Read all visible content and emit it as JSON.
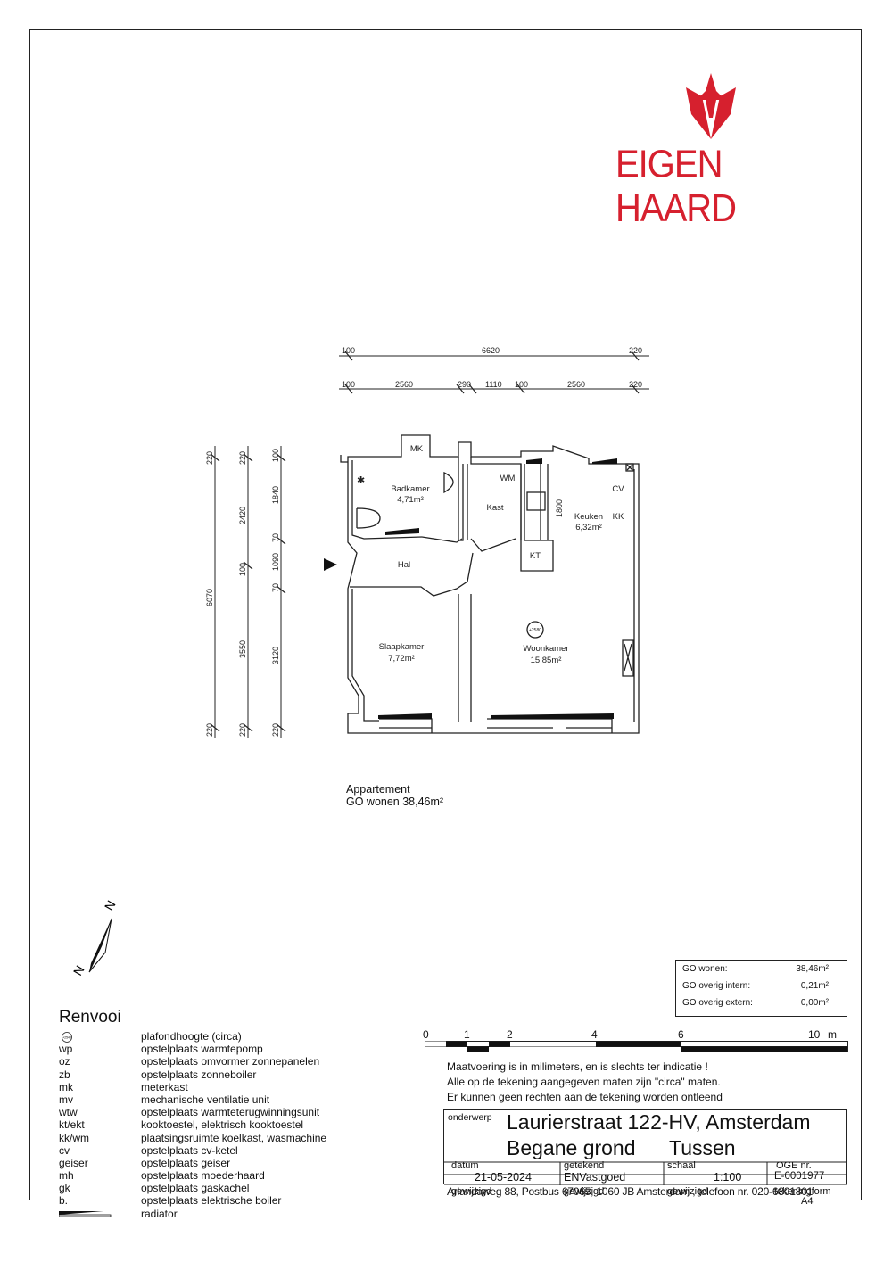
{
  "brand": {
    "name": "EIGEN HAARD",
    "color": "#d6202e"
  },
  "dimensions": {
    "top_row1": [
      "100",
      "6620",
      "220"
    ],
    "top_row2": [
      "100",
      "2560",
      "290",
      "1110",
      "100",
      "2560",
      "220"
    ],
    "left_col1": [
      "220",
      "6070",
      "220"
    ],
    "left_col2": [
      "220",
      "2420",
      "100",
      "3550",
      "220"
    ],
    "left_col3": [
      "100",
      "1840",
      "70",
      "1090",
      "70",
      "3120",
      "220"
    ],
    "kitchen_dim": "1800"
  },
  "rooms": {
    "mk": "MK",
    "badkamer_name": "Badkamer",
    "badkamer_area": "4,71m²",
    "wm": "WM",
    "kast": "Kast",
    "hal": "Hal",
    "keuken_name": "Keuken",
    "keuken_area": "6,32m²",
    "cv": "CV",
    "kk": "KK",
    "kt": "KT",
    "slaapkamer_name": "Slaapkamer",
    "slaapkamer_area": "7,72m²",
    "woonkamer_name": "Woonkamer",
    "woonkamer_area": "15,85m²",
    "ceiling_height": "+2580"
  },
  "caption": {
    "line1": "Appartement",
    "line2": "GO wonen 38,46m²"
  },
  "compass": {
    "n1": "N",
    "n2": "N"
  },
  "legend": {
    "title": "Renvooi",
    "icon_text": "+2540",
    "items": [
      {
        "code": "",
        "label": "plafondhoogte (circa)"
      },
      {
        "code": "wp",
        "label": "opstelplaats warmtepomp"
      },
      {
        "code": "oz",
        "label": "opstelplaats omvormer zonnepanelen"
      },
      {
        "code": "zb",
        "label": "opstelplaats zonneboiler"
      },
      {
        "code": "mk",
        "label": "meterkast"
      },
      {
        "code": "mv",
        "label": "mechanische ventilatie unit"
      },
      {
        "code": "wtw",
        "label": "opstelplaats warmteterugwinningsunit"
      },
      {
        "code": "kt/ekt",
        "label": "kooktoestel, elektrisch kooktoestel"
      },
      {
        "code": "kk/wm",
        "label": "plaatsingsruimte koelkast, wasmachine"
      },
      {
        "code": "cv",
        "label": "opstelplaats cv-ketel"
      },
      {
        "code": "geiser",
        "label": "opstelplaats geiser"
      },
      {
        "code": "mh",
        "label": "opstelplaats moederhaard"
      },
      {
        "code": "gk",
        "label": "opstelplaats gaskachel"
      },
      {
        "code": "b.",
        "label": "opstelplaats elektrische boiler"
      },
      {
        "code": "",
        "label": "radiator"
      }
    ]
  },
  "areas": [
    {
      "label": "GO wonen:",
      "value": "38,46m²"
    },
    {
      "label": "GO overig intern:",
      "value": "0,21m²"
    },
    {
      "label": "GO overig extern:",
      "value": "0,00m²"
    }
  ],
  "scale_bar": {
    "labels": [
      "0",
      "1",
      "2",
      "4",
      "6",
      "10",
      "m"
    ]
  },
  "notes": [
    "Maatvoering is in milimeters, en is slechts ter indicatie !",
    "Alle op de tekening aangegeven maten zijn \"circa\" maten.",
    "Er kunnen geen rechten aan de tekening worden ontleend"
  ],
  "title_block": {
    "onderwerp_label": "onderwerp",
    "title_line1": "Laurierstraat 122-HV, Amsterdam",
    "title_line2a": "Begane grond",
    "title_line2b": "Tussen",
    "datum_label": "datum",
    "datum_value": "21-05-2024",
    "getekend_label": "getekend",
    "getekend_value": "ENVastgoed",
    "schaal_label": "schaal",
    "schaal_value": "1:100",
    "oge_label": "OGE nr.",
    "oge_value": "E-0001977",
    "gewijzigd1": "gewijzigd",
    "gewijzigd2": "gewijzigd",
    "gewijzigd3": "gewijzigd",
    "tekeningform_label": "tekeningform",
    "tekeningform_value": "A4"
  },
  "footer_address": "Arlandaweg 88, Postbus 67065, 1060 JB Amsterdam , telefoon nr. 020-6801801"
}
